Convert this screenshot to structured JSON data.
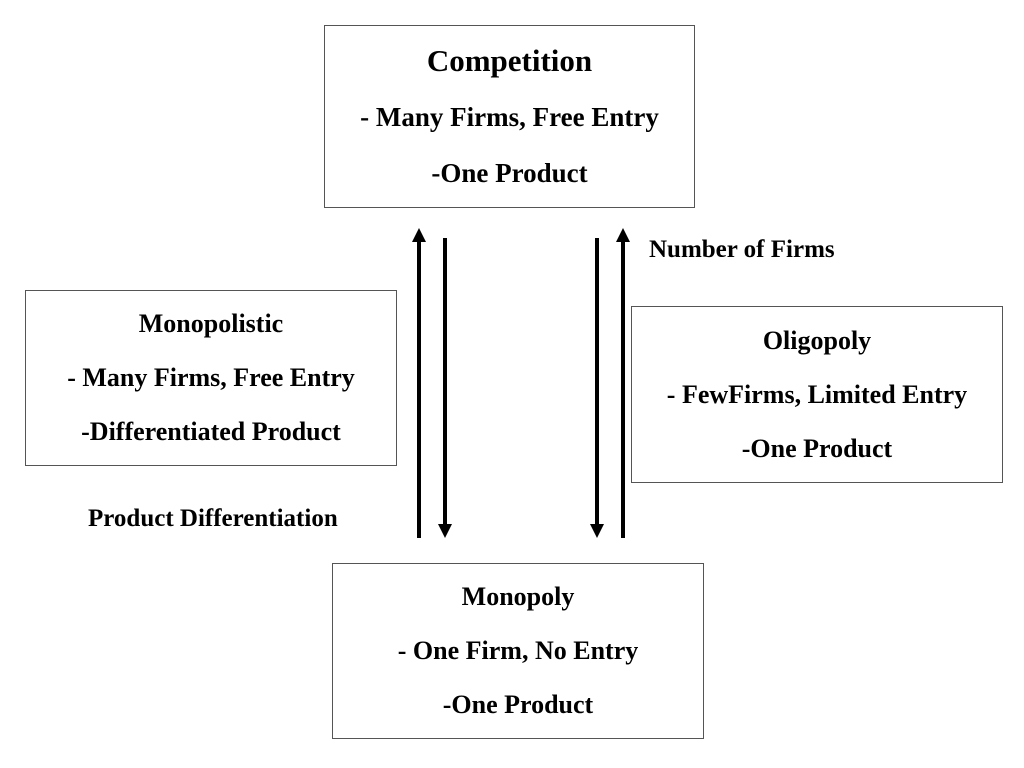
{
  "boxes": {
    "competition": {
      "title": "Competition",
      "line1": "- Many Firms, Free Entry",
      "line2": "-One Product"
    },
    "monopolistic": {
      "title": "Monopolistic",
      "line1": "- Many Firms, Free Entry",
      "line2": "-Differentiated Product"
    },
    "oligopoly": {
      "title": "Oligopoly",
      "line1": "- FewFirms, Limited Entry",
      "line2": "-One Product"
    },
    "monopoly": {
      "title": "Monopoly",
      "line1": "- One Firm, No Entry",
      "line2": "-One Product"
    }
  },
  "labels": {
    "number_of_firms": "Number of Firms",
    "product_differentiation": "Product Differentiation"
  }
}
